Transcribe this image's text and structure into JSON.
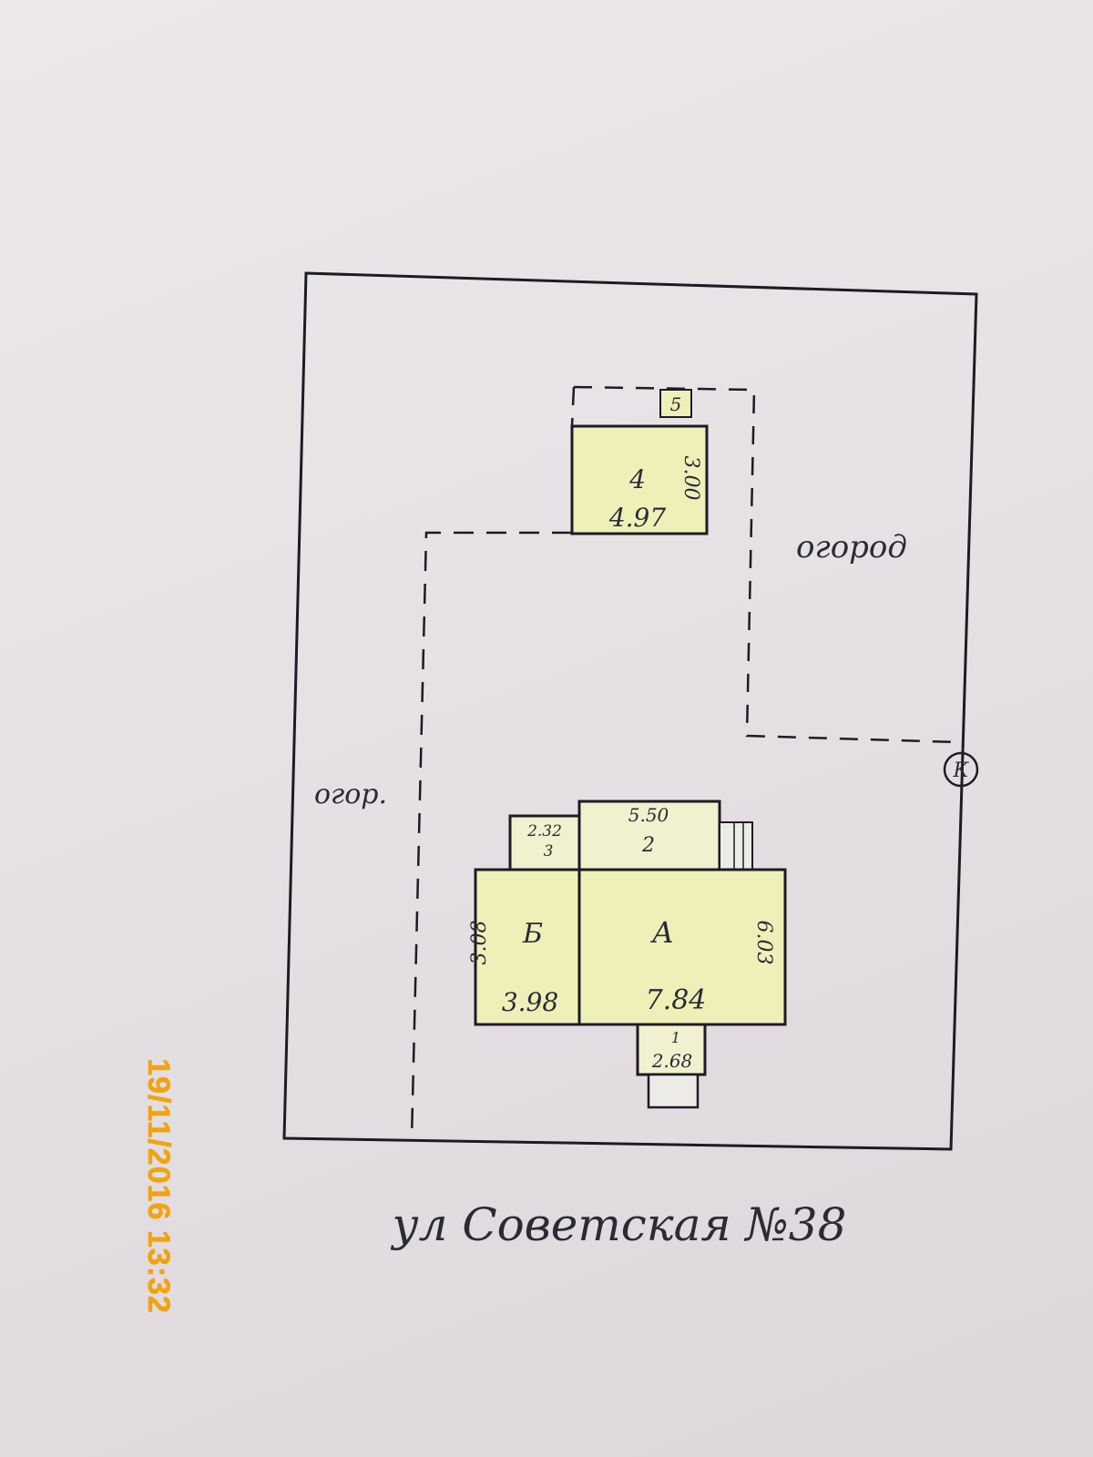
{
  "colors": {
    "ink": "#1c1c24",
    "building_fill": "#eef0b8",
    "building_fill_light": "#f1f1d0",
    "stamp": "#f5a300"
  },
  "labels": {
    "ogorod_right": "огород",
    "ogorod_left": "огор.",
    "shed_number": "4",
    "shed_area": "4.97",
    "shed_dim": "3.00",
    "small_box": "5",
    "ext_top_area": "5.50",
    "ext_top_number": "2",
    "small_room_area": "2.32",
    "small_room_number": "3",
    "room_b_letter": "Б",
    "room_b_dim": "3.08",
    "room_b_area": "3.98",
    "room_a_letter": "А",
    "room_a_dim": "6.03",
    "room_a_area": "7.84",
    "porch_number": "1",
    "porch_area": "2.68",
    "corner_marker": "К",
    "street": "ул   Советская №38"
  },
  "timestamp": "19/11/2016 13:32"
}
